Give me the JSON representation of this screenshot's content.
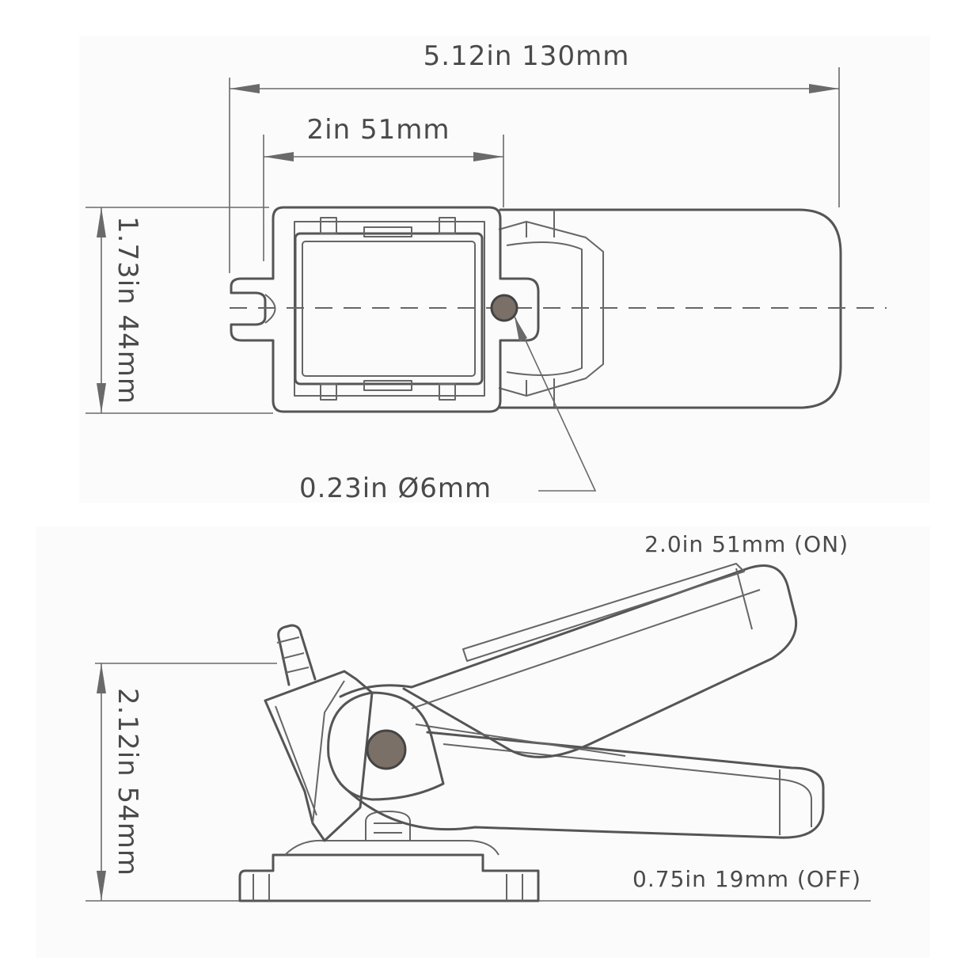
{
  "top_view": {
    "overall_length": "5.12in 130mm",
    "housing_width": "2in 51mm",
    "height": "1.73in 44mm",
    "hole_diameter": "0.23in Ø6mm"
  },
  "side_view": {
    "height": "2.12in 54mm",
    "on_level": "2.0in 51mm (ON)",
    "off_level": "0.75in 19mm (OFF)"
  },
  "colors": {
    "line": "#555555",
    "text": "#4a4a4a",
    "pivot_fill": "#7a7068"
  }
}
